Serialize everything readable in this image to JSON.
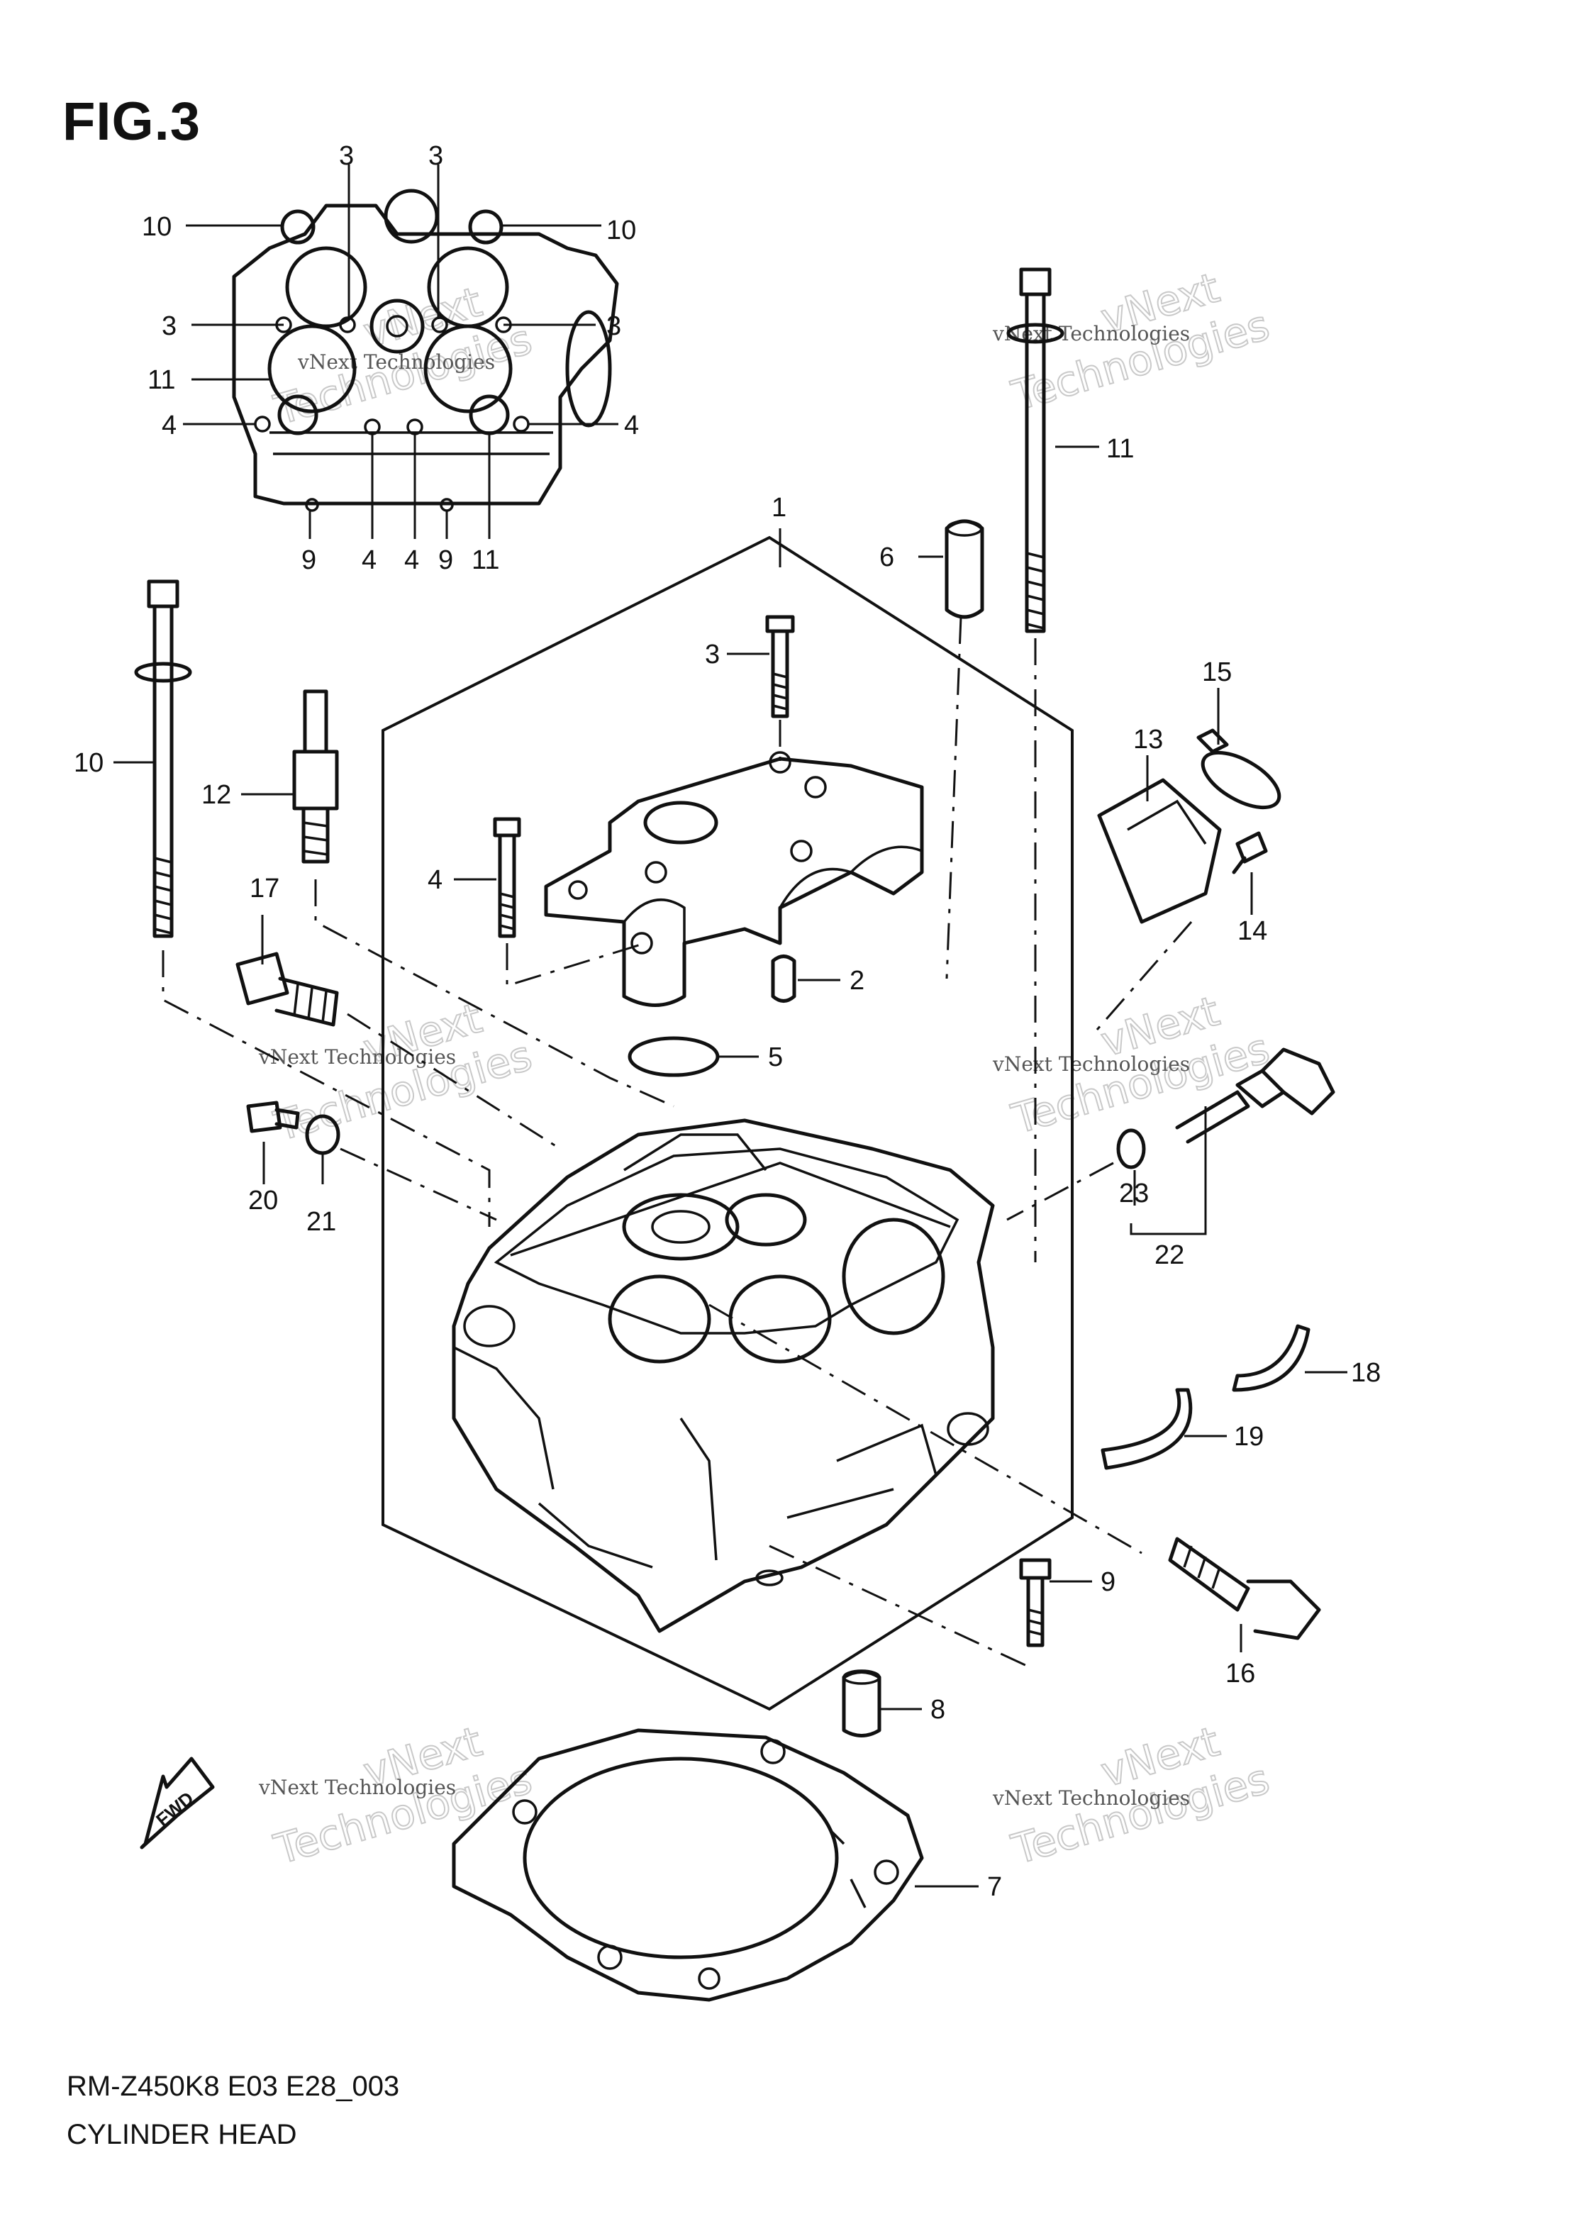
{
  "figure": {
    "title": "FIG.3",
    "model_code": "RM-Z450K8 E03 E28_003",
    "section_title": "CYLINDER HEAD"
  },
  "watermark": {
    "brand_line1": "vNext",
    "brand_line2": "Technologies",
    "brand_full": "vNext Technologies"
  },
  "fwd_badge": "FWD",
  "callouts": [
    {
      "id": "c-3a",
      "label": "3"
    },
    {
      "id": "c-3b",
      "label": "3"
    },
    {
      "id": "c-10a",
      "label": "10"
    },
    {
      "id": "c-10b",
      "label": "10"
    },
    {
      "id": "c-3c",
      "label": "3"
    },
    {
      "id": "c-3d",
      "label": "3"
    },
    {
      "id": "c-11a",
      "label": "11"
    },
    {
      "id": "c-4a",
      "label": "4"
    },
    {
      "id": "c-4b",
      "label": "4"
    },
    {
      "id": "c-9a",
      "label": "9"
    },
    {
      "id": "c-4c",
      "label": "4"
    },
    {
      "id": "c-4d",
      "label": "4"
    },
    {
      "id": "c-9b",
      "label": "9"
    },
    {
      "id": "c-11b",
      "label": "11"
    },
    {
      "id": "c-1",
      "label": "1"
    },
    {
      "id": "c-6",
      "label": "6"
    },
    {
      "id": "c-11c",
      "label": "11"
    },
    {
      "id": "c-3e",
      "label": "3"
    },
    {
      "id": "c-10c",
      "label": "10"
    },
    {
      "id": "c-12",
      "label": "12"
    },
    {
      "id": "c-15",
      "label": "15"
    },
    {
      "id": "c-13",
      "label": "13"
    },
    {
      "id": "c-4e",
      "label": "4"
    },
    {
      "id": "c-17",
      "label": "17"
    },
    {
      "id": "c-14",
      "label": "14"
    },
    {
      "id": "c-2",
      "label": "2"
    },
    {
      "id": "c-5",
      "label": "5"
    },
    {
      "id": "c-20",
      "label": "20"
    },
    {
      "id": "c-21",
      "label": "21"
    },
    {
      "id": "c-23",
      "label": "23"
    },
    {
      "id": "c-22",
      "label": "22"
    },
    {
      "id": "c-18",
      "label": "18"
    },
    {
      "id": "c-19",
      "label": "19"
    },
    {
      "id": "c-9c",
      "label": "9"
    },
    {
      "id": "c-16",
      "label": "16"
    },
    {
      "id": "c-8",
      "label": "8"
    },
    {
      "id": "c-7",
      "label": "7"
    }
  ]
}
